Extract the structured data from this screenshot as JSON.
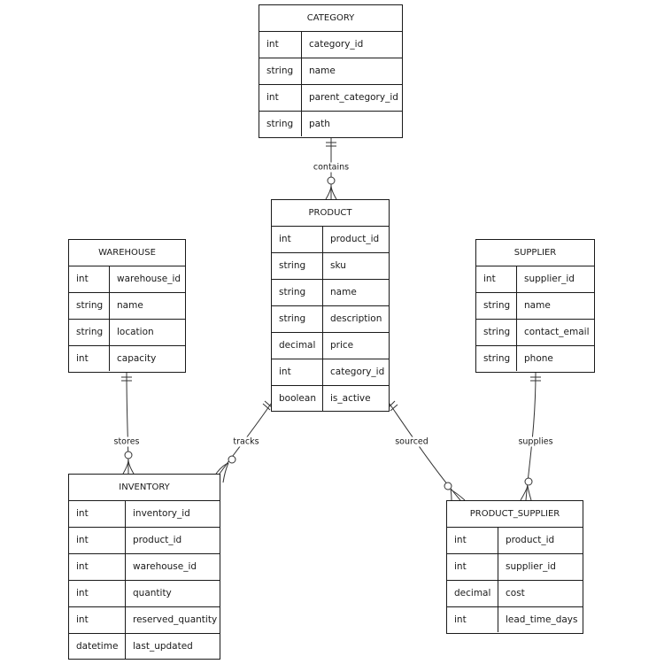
{
  "entities": {
    "category": {
      "title": "CATEGORY",
      "attributes": [
        {
          "type": "int",
          "name": "category_id"
        },
        {
          "type": "string",
          "name": "name"
        },
        {
          "type": "int",
          "name": "parent_category_id"
        },
        {
          "type": "string",
          "name": "path"
        }
      ]
    },
    "product": {
      "title": "PRODUCT",
      "attributes": [
        {
          "type": "int",
          "name": "product_id"
        },
        {
          "type": "string",
          "name": "sku"
        },
        {
          "type": "string",
          "name": "name"
        },
        {
          "type": "string",
          "name": "description"
        },
        {
          "type": "decimal",
          "name": "price"
        },
        {
          "type": "int",
          "name": "category_id"
        },
        {
          "type": "boolean",
          "name": "is_active"
        }
      ]
    },
    "warehouse": {
      "title": "WAREHOUSE",
      "attributes": [
        {
          "type": "int",
          "name": "warehouse_id"
        },
        {
          "type": "string",
          "name": "name"
        },
        {
          "type": "string",
          "name": "location"
        },
        {
          "type": "int",
          "name": "capacity"
        }
      ]
    },
    "supplier": {
      "title": "SUPPLIER",
      "attributes": [
        {
          "type": "int",
          "name": "supplier_id"
        },
        {
          "type": "string",
          "name": "name"
        },
        {
          "type": "string",
          "name": "contact_email"
        },
        {
          "type": "string",
          "name": "phone"
        }
      ]
    },
    "inventory": {
      "title": "INVENTORY",
      "attributes": [
        {
          "type": "int",
          "name": "inventory_id"
        },
        {
          "type": "int",
          "name": "product_id"
        },
        {
          "type": "int",
          "name": "warehouse_id"
        },
        {
          "type": "int",
          "name": "quantity"
        },
        {
          "type": "int",
          "name": "reserved_quantity"
        },
        {
          "type": "datetime",
          "name": "last_updated"
        }
      ]
    },
    "product_supplier": {
      "title": "PRODUCT_SUPPLIER",
      "attributes": [
        {
          "type": "int",
          "name": "product_id"
        },
        {
          "type": "int",
          "name": "supplier_id"
        },
        {
          "type": "decimal",
          "name": "cost"
        },
        {
          "type": "int",
          "name": "lead_time_days"
        }
      ]
    }
  },
  "relationships": [
    {
      "label": "contains",
      "from": "CATEGORY",
      "to": "PRODUCT",
      "from_cardinality": "exactly-one",
      "to_cardinality": "zero-or-many"
    },
    {
      "label": "stores",
      "from": "WAREHOUSE",
      "to": "INVENTORY",
      "from_cardinality": "exactly-one",
      "to_cardinality": "zero-or-many"
    },
    {
      "label": "tracks",
      "from": "PRODUCT",
      "to": "INVENTORY",
      "from_cardinality": "exactly-one",
      "to_cardinality": "zero-or-many"
    },
    {
      "label": "sourced",
      "from": "PRODUCT",
      "to": "PRODUCT_SUPPLIER",
      "from_cardinality": "exactly-one",
      "to_cardinality": "zero-or-many"
    },
    {
      "label": "supplies",
      "from": "SUPPLIER",
      "to": "PRODUCT_SUPPLIER",
      "from_cardinality": "exactly-one",
      "to_cardinality": "zero-or-many"
    }
  ]
}
